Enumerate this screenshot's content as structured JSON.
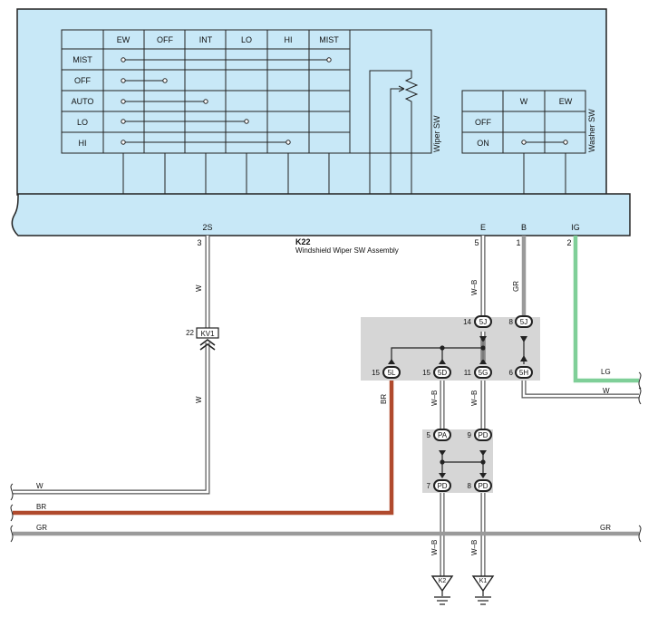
{
  "component": {
    "code": "K22",
    "name": "Windshield Wiper SW Assembly",
    "wiper_label": "Wiper SW",
    "washer_label": "Washer SW"
  },
  "wiper_table": {
    "columns": [
      "EW",
      "OFF",
      "INT",
      "LO",
      "HI",
      "MIST"
    ],
    "rows": [
      {
        "label": "MIST",
        "span": [
          "EW",
          "MIST"
        ]
      },
      {
        "label": "OFF",
        "span": [
          "EW",
          "OFF"
        ]
      },
      {
        "label": "AUTO",
        "span": [
          "EW",
          "INT"
        ]
      },
      {
        "label": "LO",
        "span": [
          "EW",
          "LO"
        ]
      },
      {
        "label": "HI",
        "span": [
          "EW",
          "HI"
        ]
      }
    ]
  },
  "washer_table": {
    "columns": [
      "W",
      "EW"
    ],
    "rows": [
      {
        "label": "OFF",
        "span": null
      },
      {
        "label": "ON",
        "span": [
          "W",
          "EW"
        ]
      }
    ]
  },
  "terminals": [
    {
      "name": "2S",
      "pin": "3"
    },
    {
      "name": "E",
      "pin": "5"
    },
    {
      "name": "B",
      "pin": "1"
    },
    {
      "name": "IG",
      "pin": "2"
    }
  ],
  "connectors": [
    {
      "pin": "22",
      "id": "KV1"
    },
    {
      "pin": "14",
      "id": "5J"
    },
    {
      "pin": "8",
      "id": "5J"
    },
    {
      "pin": "15",
      "id": "5L"
    },
    {
      "pin": "15",
      "id": "5D"
    },
    {
      "pin": "11",
      "id": "5G"
    },
    {
      "pin": "6",
      "id": "5H"
    },
    {
      "pin": "5",
      "id": "PA"
    },
    {
      "pin": "9",
      "id": "PD"
    },
    {
      "pin": "7",
      "id": "PD"
    },
    {
      "pin": "8",
      "id": "PD"
    }
  ],
  "wire_colors": {
    "W": "W",
    "WB": "W–B",
    "GR": "GR",
    "BR": "BR",
    "LG": "LG"
  },
  "grounds": [
    "K2",
    "K1"
  ],
  "colors": {
    "panel": "#c8e8f7",
    "shade": "#d6d6d6",
    "brown": "#b04a2d",
    "gray": "#9a9a9a",
    "green": "#7fcf98"
  }
}
